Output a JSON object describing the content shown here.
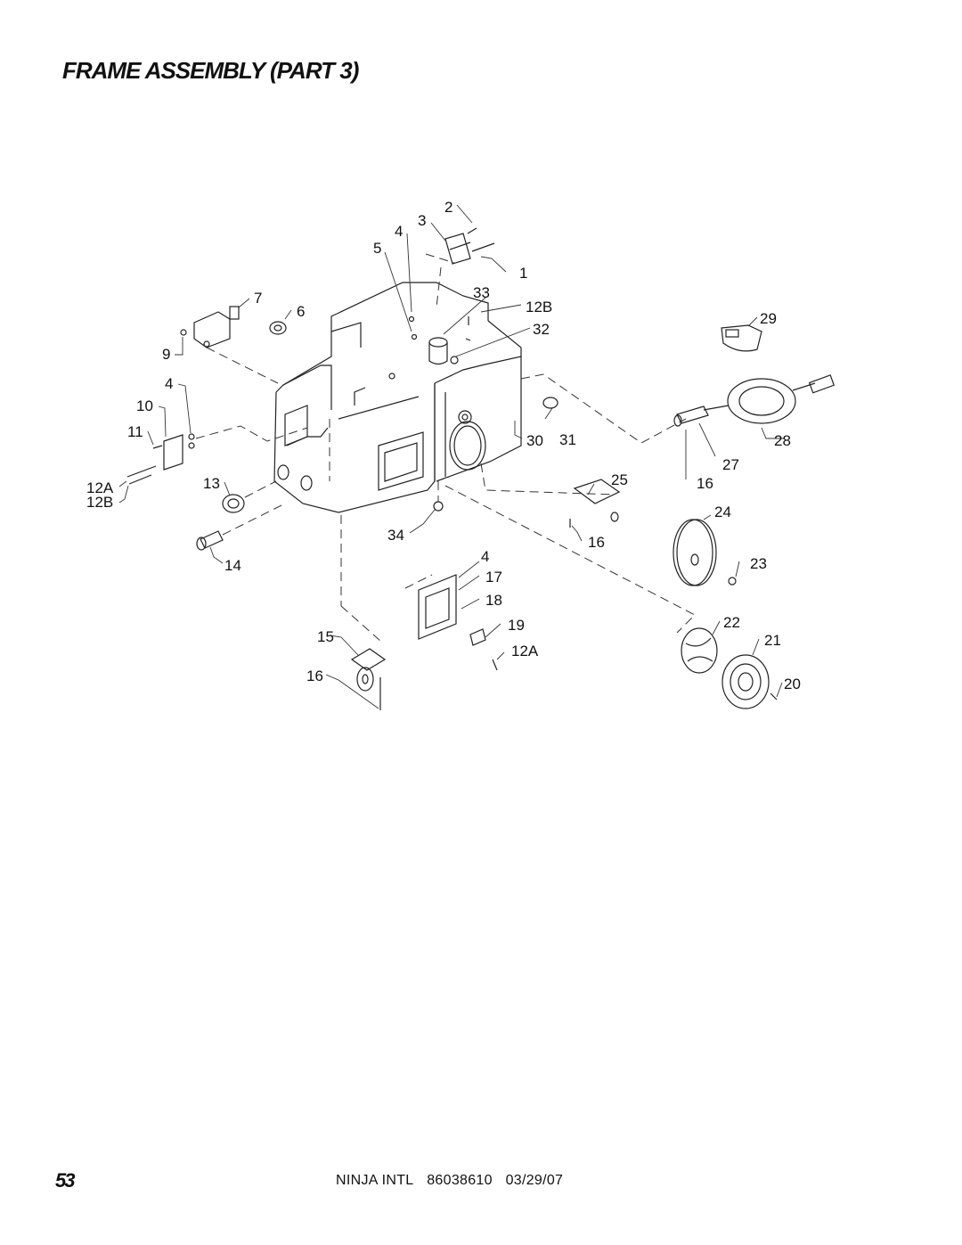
{
  "page": {
    "title": "FRAME ASSEMBLY (PART 3)",
    "page_number": "53",
    "doc_name": "NINJA INTL",
    "doc_number": "86038610",
    "doc_date": "03/29/07"
  },
  "callouts": {
    "c1": "1",
    "c2": "2",
    "c3": "3",
    "c4a": "4",
    "c5": "5",
    "c6": "6",
    "c7": "7",
    "c9": "9",
    "c4b": "4",
    "c10": "10",
    "c11": "11",
    "c12a_left": "12A",
    "c12b_left": "12B",
    "c13": "13",
    "c14": "14",
    "c15": "15",
    "c16_caster": "16",
    "c33": "33",
    "c12b_top": "12B",
    "c32": "32",
    "c29": "29",
    "c30": "30",
    "c31": "31",
    "c28": "28",
    "c27": "27",
    "c25": "25",
    "c16_hose": "16",
    "c34": "34",
    "c24": "24",
    "c16_plate": "16",
    "c23": "23",
    "c4c": "4",
    "c17": "17",
    "c18": "18",
    "c19": "19",
    "c12a_bottom": "12A",
    "c22": "22",
    "c21": "21",
    "c20": "20"
  }
}
